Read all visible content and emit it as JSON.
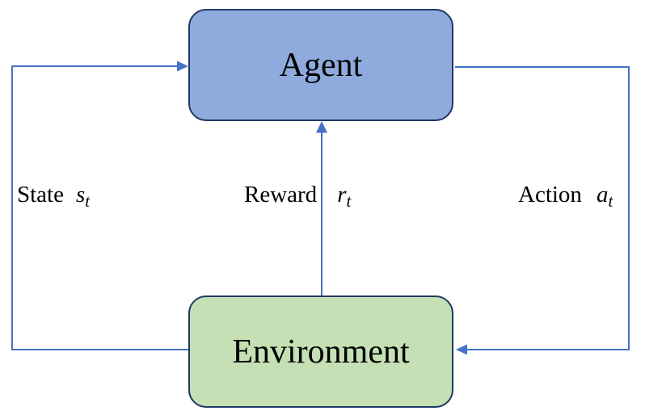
{
  "diagram": {
    "nodes": {
      "agent": {
        "label": "Agent"
      },
      "environment": {
        "label": "Environment"
      }
    },
    "edges": {
      "state": {
        "word": "State",
        "symbol": "s",
        "subscript": "t"
      },
      "reward": {
        "word": "Reward",
        "symbol": "r",
        "subscript": "t"
      },
      "action": {
        "word": "Action",
        "symbol": "a",
        "subscript": "t"
      }
    }
  },
  "colors": {
    "background": "#FFFFFF",
    "text": "#000000",
    "arrow": "#4472C4",
    "agent_fill": "#8FAADC",
    "agent_border": "#1F3864",
    "environment_fill": "#C5E0B4",
    "environment_border": "#1F3864"
  }
}
